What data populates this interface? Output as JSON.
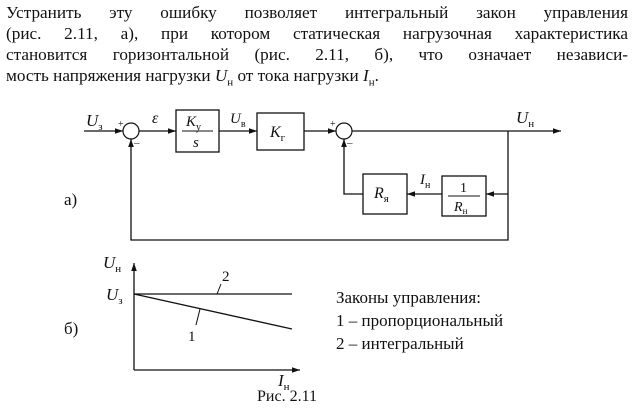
{
  "paragraph": {
    "line1": "Устранить эту ошибку позволяет интегральный закон управления",
    "line2": "(рис. 2.11, а), при котором статическая нагрузочная характеристика",
    "line3": "становится горизонтальной (рис. 2.11, б), что означает независи-",
    "line4_pre": "мость напряжения нагрузки ",
    "line4_u": "U",
    "line4_u_sub": "н",
    "line4_mid": " от тока нагрузки ",
    "line4_i": "I",
    "line4_i_sub": "н",
    "line4_end": "."
  },
  "diagram_a": {
    "label": "а)",
    "input": "U",
    "input_sub": "з",
    "error": "ε",
    "block1_num": "K",
    "block1_num_sub": "у",
    "block1_den": "s",
    "between": "U",
    "between_sub": "в",
    "block2": "K",
    "block2_sub": "г",
    "output": "U",
    "output_sub": "н",
    "feedback_block": "R",
    "feedback_block_sub": "я",
    "current": "I",
    "current_sub": "н",
    "load_num": "1",
    "load_den": "R",
    "load_den_sub": "н",
    "plus": "+",
    "minus": "–"
  },
  "diagram_b": {
    "label": "б)",
    "y_axis": "U",
    "y_axis_sub": "н",
    "x_axis": "I",
    "x_axis_sub": "н",
    "y_tick": "U",
    "y_tick_sub": "з",
    "curve1_label": "1",
    "curve2_label": "2"
  },
  "legend": {
    "title": "Законы управления:",
    "item1": "1 – пропорциональный",
    "item2": "2 – интегральный"
  },
  "caption": "Рис. 2.11"
}
